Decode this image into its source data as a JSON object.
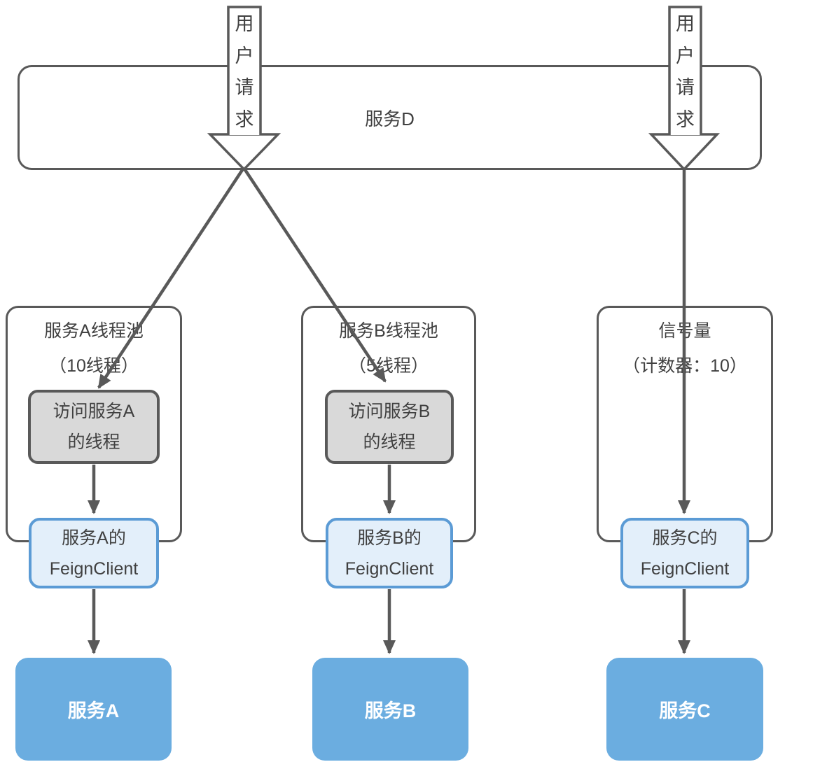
{
  "colors": {
    "stroke": "#595959",
    "text": "#404040",
    "thread_fill": "#d9d9d9",
    "feign_fill": "#e3effa",
    "feign_border": "#5b9bd5",
    "service_fill": "#6bade0"
  },
  "service_d": {
    "label": "服务D"
  },
  "user_requests": {
    "left": "用户请求",
    "right": "用户请求"
  },
  "columns": [
    {
      "title_line1": "服务A线程池",
      "title_line2": "（10线程）",
      "thread_line1": "访问服务A",
      "thread_line2": "的线程",
      "feign_line1": "服务A的",
      "feign_line2": "FeignClient",
      "service": "服务A"
    },
    {
      "title_line1": "服务B线程池",
      "title_line2": "（5线程）",
      "thread_line1": "访问服务B",
      "thread_line2": "的线程",
      "feign_line1": "服务B的",
      "feign_line2": "FeignClient",
      "service": "服务B"
    },
    {
      "title_line1": "信号量",
      "title_line2": "（计数器：10）",
      "feign_line1": "服务C的",
      "feign_line2": "FeignClient",
      "service": "服务C"
    }
  ]
}
